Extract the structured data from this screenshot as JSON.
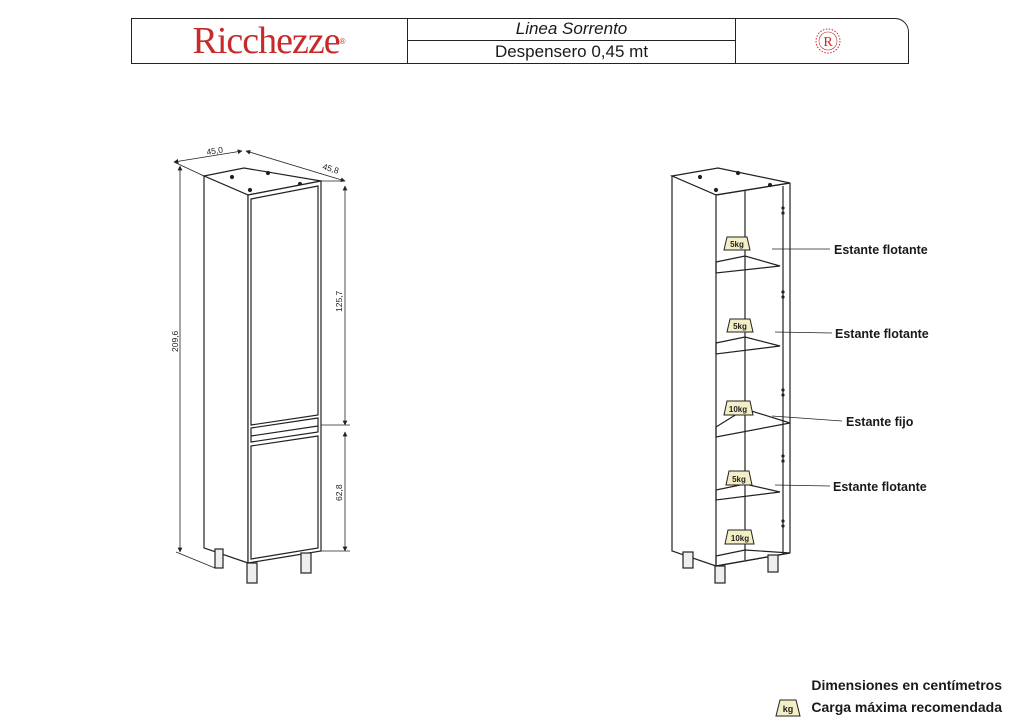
{
  "header": {
    "brand": "Ricchezze",
    "brand_mark": "®",
    "line": "Linea Sorrento",
    "product": "Despensero 0,45 mt",
    "seal_letter": "R"
  },
  "dimensions": {
    "width": "45,0",
    "depth": "45,8",
    "height": "209,6",
    "upper_door": "125,7",
    "lower_door": "62,8"
  },
  "shelves": [
    {
      "label": "Estante flotante",
      "load": "5kg"
    },
    {
      "label": "Estante flotante",
      "load": "5kg"
    },
    {
      "label": "Estante fijo",
      "load": "10kg"
    },
    {
      "label": "Estante flotante",
      "load": "5kg"
    }
  ],
  "bottom_load": "10kg",
  "footer": {
    "units": "Dimensiones en centímetros",
    "legend_badge": "kg",
    "legend_text": "Carga máxima recomendada"
  }
}
